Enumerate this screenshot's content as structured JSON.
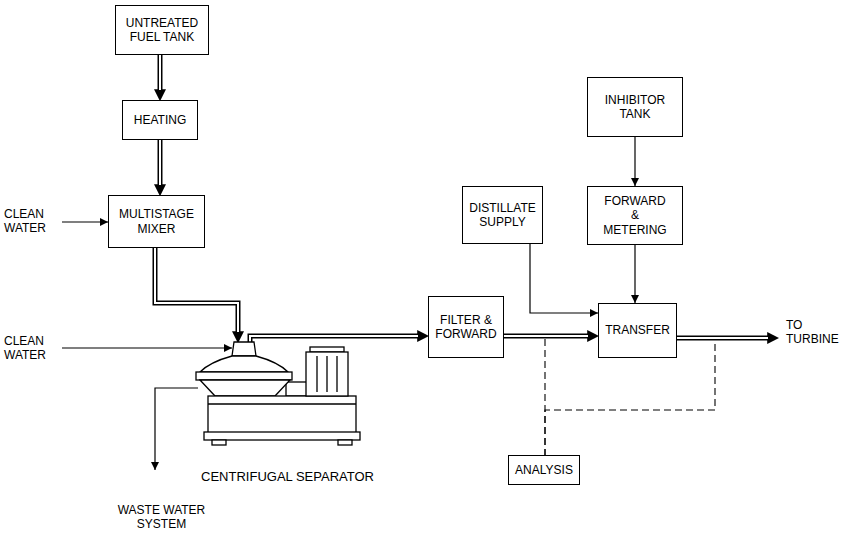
{
  "diagram": {
    "nodes": [
      {
        "text": [
          "UNTREATED FUEL TANK"
        ]
      },
      {
        "text": [
          "HEATING"
        ]
      },
      {
        "text": [
          "MULTISTAGE MIXER"
        ]
      },
      {
        "text": [
          "CENTRIFUGAL SEPARATOR"
        ]
      },
      {
        "text": [
          "FILTER & FORWARD"
        ]
      },
      {
        "text": [
          "DISTILLATE SUPPLY"
        ]
      },
      {
        "text": [
          "INHIBITOR TANK"
        ]
      },
      {
        "text": [
          "FORWARD & METERING"
        ]
      },
      {
        "text": [
          "TRANSFER"
        ]
      },
      {
        "text": [
          "ANALYSIS"
        ]
      }
    ],
    "edges": [
      {
        "from": 0,
        "to": 1,
        "arrow": "to"
      },
      {
        "from": 1,
        "to": 2,
        "arrow": "to"
      },
      {
        "from": 2,
        "to": 3,
        "arrow": "to"
      },
      {
        "from": 3,
        "to": 4,
        "arrow": "to"
      },
      {
        "from": 4,
        "to": 8,
        "arrow": "to"
      },
      {
        "from": 5,
        "to": 8,
        "arrow": "to"
      },
      {
        "from": 6,
        "to": 7,
        "arrow": "to"
      },
      {
        "from": 7,
        "to": 8,
        "arrow": "to"
      },
      {
        "from": 4,
        "to": 9,
        "arrow": "none"
      },
      {
        "from": 8,
        "to": 9,
        "arrow": "none"
      }
    ],
    "labels": [
      "CLEAN WATER",
      "CLEAN WATER",
      "WASTE WATER SYSTEM",
      "TO TURBINE"
    ]
  }
}
